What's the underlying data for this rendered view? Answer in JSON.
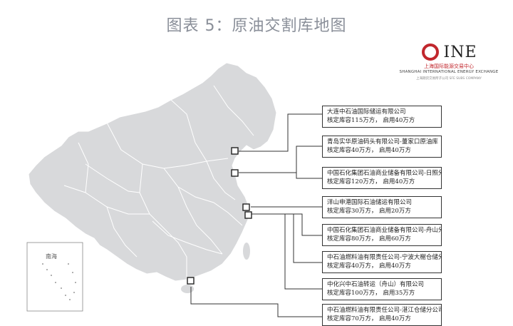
{
  "title": "图表 5：原油交割库地图",
  "logo": {
    "name": "INE",
    "cn": "上海国际能源交易中心",
    "en": "SHANGHAI INTERNATIONAL ENERGY EXCHANGE",
    "sub": "上海期货交易所子公司 SFE SUBS COMPANY"
  },
  "inset": {
    "label": "南海"
  },
  "colors": {
    "land": "#d8d9db",
    "border": "#ffffff",
    "line": "#333333"
  },
  "warehouses": [
    {
      "company": "大连中石油国际储运有限公司",
      "detail": "核定库容115万方， 启用40万方"
    },
    {
      "company": "青岛实华原油码头有限公司-董家口原油库",
      "detail": "核定库容40万方， 启用40万方"
    },
    {
      "company": "中国石化集团石油商业储备有限公司-日照分公司",
      "detail": "核定库容120万方， 启用40万方"
    },
    {
      "company": "洋山申港国际石油储运有限公司",
      "detail": "核定库容30万方， 启用20万方"
    },
    {
      "company": "中国石化集团石油商业储备有限公司-舟山分公司",
      "detail": "核定库容80万方， 启用60万方"
    },
    {
      "company": "中石油燃料油有限责任公司-宁波大榭仓储分公司",
      "detail": "核定库容40万方， 启用40万方"
    },
    {
      "company": "中化兴中石油转运（舟山）有限公司",
      "detail": "核定库容100万方， 启用35万方"
    },
    {
      "company": "中石油燃料油有限责任公司-湛江仓储分公司",
      "detail": "核定库容70万方， 启用40万方"
    }
  ]
}
